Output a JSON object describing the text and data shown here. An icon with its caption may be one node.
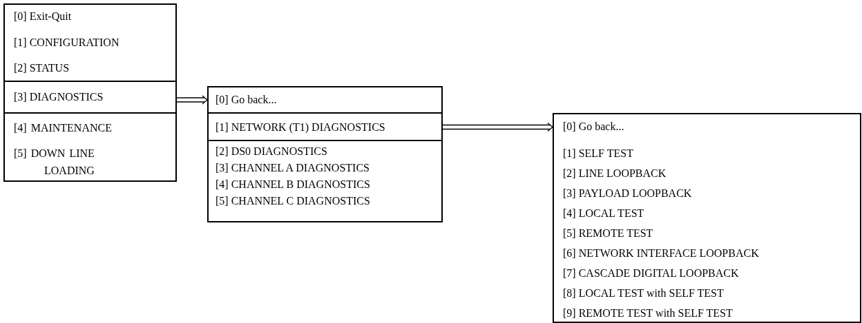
{
  "diagram": {
    "nodes": [
      {
        "text": [
          "[0] Exit-Quit",
          "[1] CONFIGURATION",
          "[2] STATUS"
        ]
      },
      {
        "text": [
          "[3] DIAGNOSTICS"
        ]
      },
      {
        "text": [
          "[4] MAINTENANCE",
          "[5] DOWN LINE LOADING"
        ]
      },
      {
        "text": [
          "[0] Go back..."
        ]
      },
      {
        "text": [
          "[1] NETWORK (T1) DIAGNOSTICS"
        ]
      },
      {
        "text": [
          "[2] DS0 DIAGNOSTICS",
          "[3] CHANNEL A DIAGNOSTICS",
          "[4] CHANNEL B DIAGNOSTICS",
          "[5] CHANNEL C DIAGNOSTICS"
        ]
      },
      {
        "text": [
          "[0] Go back...",
          "[1] SELF TEST",
          "[2] LINE LOOPBACK",
          "[3] PAYLOAD LOOPBACK",
          "[4] LOCAL TEST",
          "[5] REMOTE TEST",
          "[6] NETWORK INTERFACE LOOPBACK",
          "[7] CASCADE DIGITAL LOOPBACK",
          "[8] LOCAL TEST with SELF TEST",
          "[9] REMOTE TEST with SELF TEST"
        ]
      }
    ],
    "edges": [
      {
        "from": 1,
        "to": 3,
        "arrow": "to"
      },
      {
        "from": 4,
        "to": 6,
        "arrow": "to"
      }
    ]
  }
}
